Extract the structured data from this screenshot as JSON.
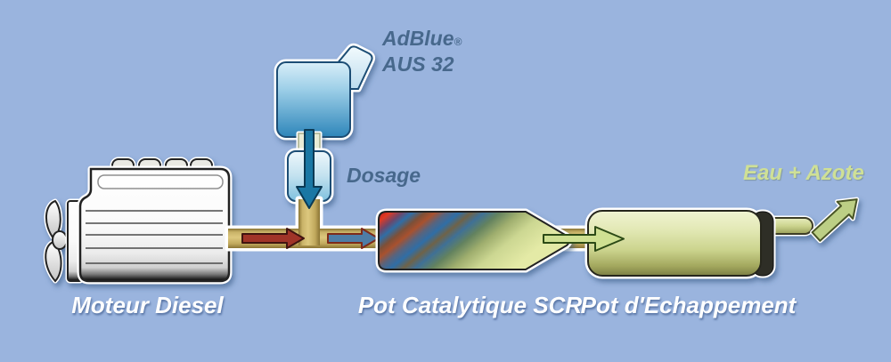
{
  "labels": {
    "tank": {
      "name": "AdBlue",
      "registered": "®",
      "grade": "AUS 32"
    },
    "dosing": "Dosage",
    "engine": "Moteur Diesel",
    "catalyst": "Pot Catalytique SCR",
    "exhaust": "Pot d'Echappement",
    "output": "Eau + Azote"
  },
  "colors": {
    "background": "#9ab4de",
    "label_text_blue": "#47688c",
    "label_text_white": "#ffffff",
    "label_text_output": "#cfe096",
    "adblue_fluid_arrow": "#1a77a4",
    "hot_exhaust_arrow": "#a03428",
    "mixed_gas_arrow": "#4e7da6",
    "treated_gas_arrow": "#cfe092",
    "pipe_tan": "#d0ba70",
    "tank_blue": "#2e86ba",
    "dosing_blue": "#8cc6e2",
    "muffler_green": "#ccd48e",
    "engine_body": "#f2f2f2"
  }
}
